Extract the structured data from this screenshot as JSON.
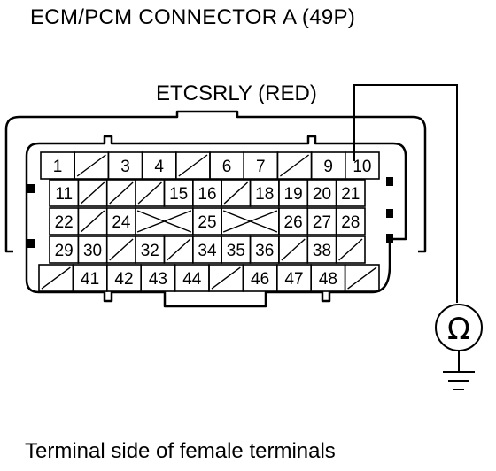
{
  "title": "ECM/PCM CONNECTOR A (49P)",
  "wire_label": "ETCSRLY (RED)",
  "caption": "Terminal side of female terminals",
  "meter_symbol": "Ω",
  "meter_icon": "ohmmeter-icon",
  "ground_icon": "ground-icon",
  "rows": [
    [
      "1",
      "/",
      "3",
      "4",
      "/",
      "6",
      "7",
      "/",
      "9",
      "10"
    ],
    [
      "11",
      "/",
      "/",
      "/",
      "15",
      "16",
      "/",
      "18",
      "19",
      "20",
      "21"
    ],
    [
      "22",
      "/",
      "24",
      "X",
      "25",
      "X",
      "26",
      "27",
      "28"
    ],
    [
      "29",
      "30",
      "/",
      "32",
      "/",
      "34",
      "35",
      "36",
      "/",
      "38",
      "/"
    ],
    [
      "/",
      "41",
      "42",
      "43",
      "44",
      "/",
      "46",
      "47",
      "48",
      "/"
    ]
  ]
}
